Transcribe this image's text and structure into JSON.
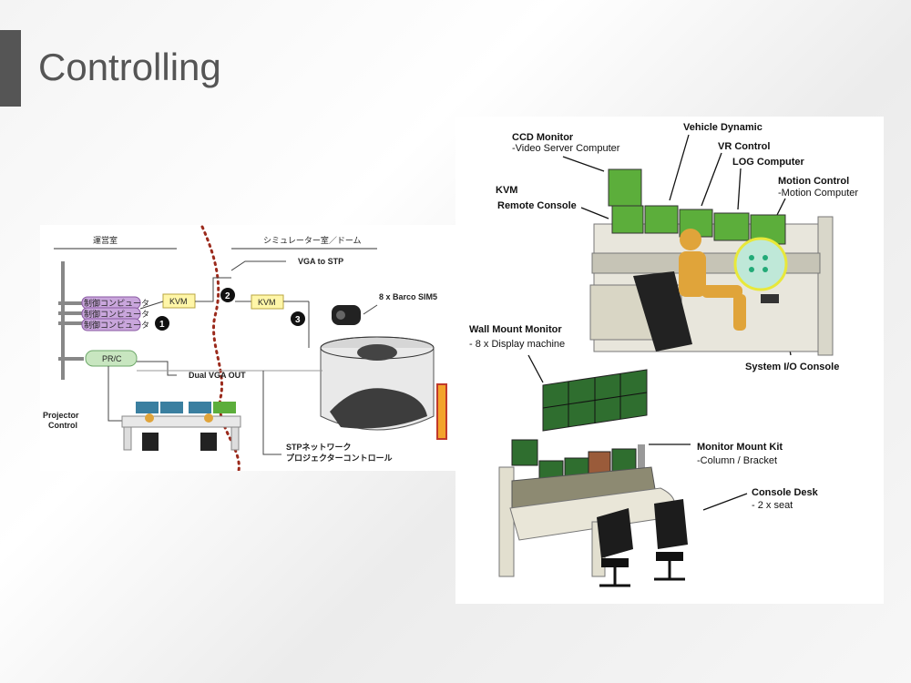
{
  "slide": {
    "title": "Controlling"
  },
  "left_diagram": {
    "control_room": "運営室",
    "sim_room": "シミュレーター室／ドーム",
    "computers": [
      "制御コンピュータ",
      "制御コンピュータ",
      "制御コンピュータ"
    ],
    "kvm1": "KVM",
    "kvm2": "KVM",
    "pr_c": "PR/C",
    "vga_to_stp": "VGA to STP",
    "barco": "8 x Barco SIM5",
    "dual_vga": "Dual VGA OUT",
    "projector_control": [
      "Projector",
      "Control"
    ],
    "stp_network": [
      "STPネットワーク",
      "プロジェクターコントロール"
    ],
    "step_numbers": [
      "1",
      "2",
      "3"
    ]
  },
  "right_diagram": {
    "ccd_monitor": "CCD Monitor",
    "video_server": "-Video Server Computer",
    "vehicle_dynamic": "Vehicle Dynamic",
    "vr_control": "VR Control",
    "log_computer": "LOG Computer",
    "motion_control": "Motion Control",
    "motion_computer": "-Motion Computer",
    "kvm": "KVM",
    "remote_console": "Remote Console",
    "system_io": "System I/O Console",
    "wall_mount": "Wall Mount Monitor",
    "display_machine": "- 8 x Display machine",
    "monitor_mount_kit": "Monitor Mount Kit",
    "column_bracket": "-Column / Bracket",
    "console_desk": "Console Desk",
    "two_seat": "- 2  x seat"
  },
  "colors": {
    "monitor_green": "#5cae3b",
    "dark_green": "#2f6e2f",
    "kvm_yellow": "#fff6a8",
    "computer_purple": "#c9a6dc",
    "prc_green": "#c8e6c0",
    "mannequin": "#e0a43a"
  }
}
